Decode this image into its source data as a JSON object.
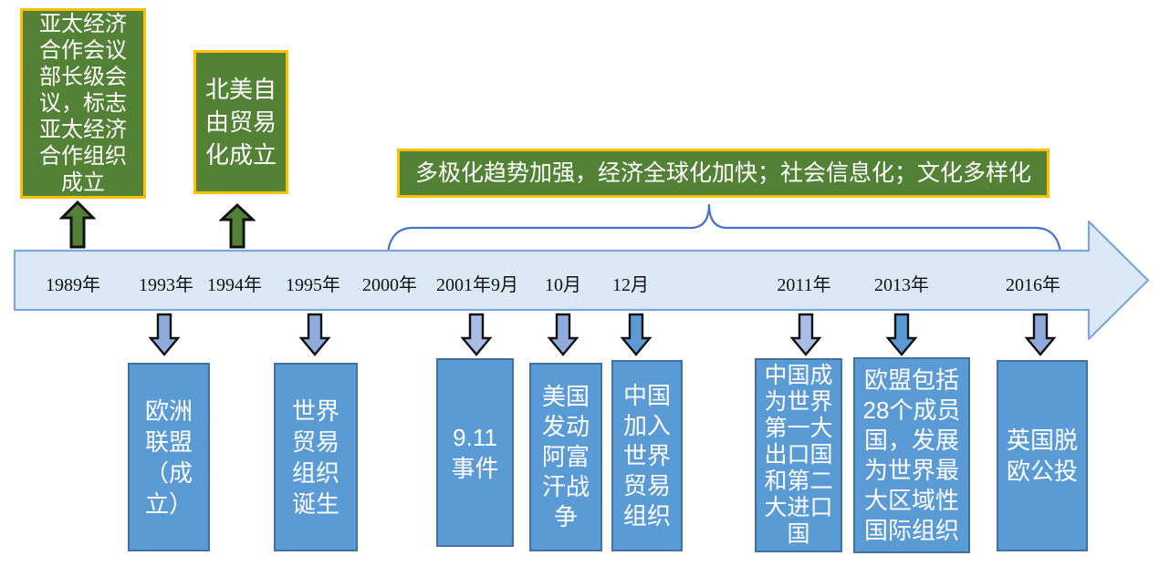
{
  "title": "世界多极化与经济全球化时间轴",
  "colors": {
    "green_box_fill": "#538135",
    "gold_border": "#FFC000",
    "timeline_fill": "#DBE9F6",
    "timeline_border": "#7DA7D9",
    "blue_box_fill": "#5B9BD5",
    "blue_box_border": "#41719C",
    "brace_color": "#4472C4",
    "box_text": "#FFFFFF",
    "year_text": "#111111"
  },
  "icons": {
    "up_arrow": "block-arrow-up",
    "down_arrow": "block-arrow-down",
    "timeline": "right-block-arrow",
    "brace": "curly-brace-up"
  },
  "top_boxes": [
    {
      "year": "1989年",
      "label": "亚太经济\n合作会议\n部长级会\n议，标志\n亚太经济\n合作组织\n成立"
    },
    {
      "year": "1994年",
      "label": "北美自\n由贸易\n化成立"
    }
  ],
  "banner": {
    "label": "多极化趋势加强，经济全球化加快；社会信息化；文化多样化"
  },
  "timeline": {
    "years": [
      {
        "label": "1989年"
      },
      {
        "label": "1993年"
      },
      {
        "label": "1994年"
      },
      {
        "label": "1995年"
      },
      {
        "label": "2000年"
      },
      {
        "label": "2001年9月"
      },
      {
        "label": "10月"
      },
      {
        "label": "12月"
      },
      {
        "label": "2011年"
      },
      {
        "label": "2013年"
      },
      {
        "label": "2016年"
      }
    ]
  },
  "bottom_boxes": [
    {
      "year": "1993年",
      "label": "欧洲\n联盟\n（成\n立）"
    },
    {
      "year": "1995年",
      "label": "世界\n贸易\n组织\n诞生"
    },
    {
      "year": "2001年9月",
      "label": "9.11\n事件"
    },
    {
      "year": "10月",
      "label": "美国\n发动\n阿富\n汗战\n争"
    },
    {
      "year": "12月",
      "label": "中国\n加入\n世界\n贸易\n组织"
    },
    {
      "year": "2011年",
      "label": "中国成\n为世界\n第一大\n出口国\n和第二\n大进口\n国"
    },
    {
      "year": "2013年",
      "label": "欧盟包括\n28个成员\n国，发展\n为世界最\n大区域性\n国际组织"
    },
    {
      "year": "2016年",
      "label": "英国脱\n欧公投"
    }
  ]
}
